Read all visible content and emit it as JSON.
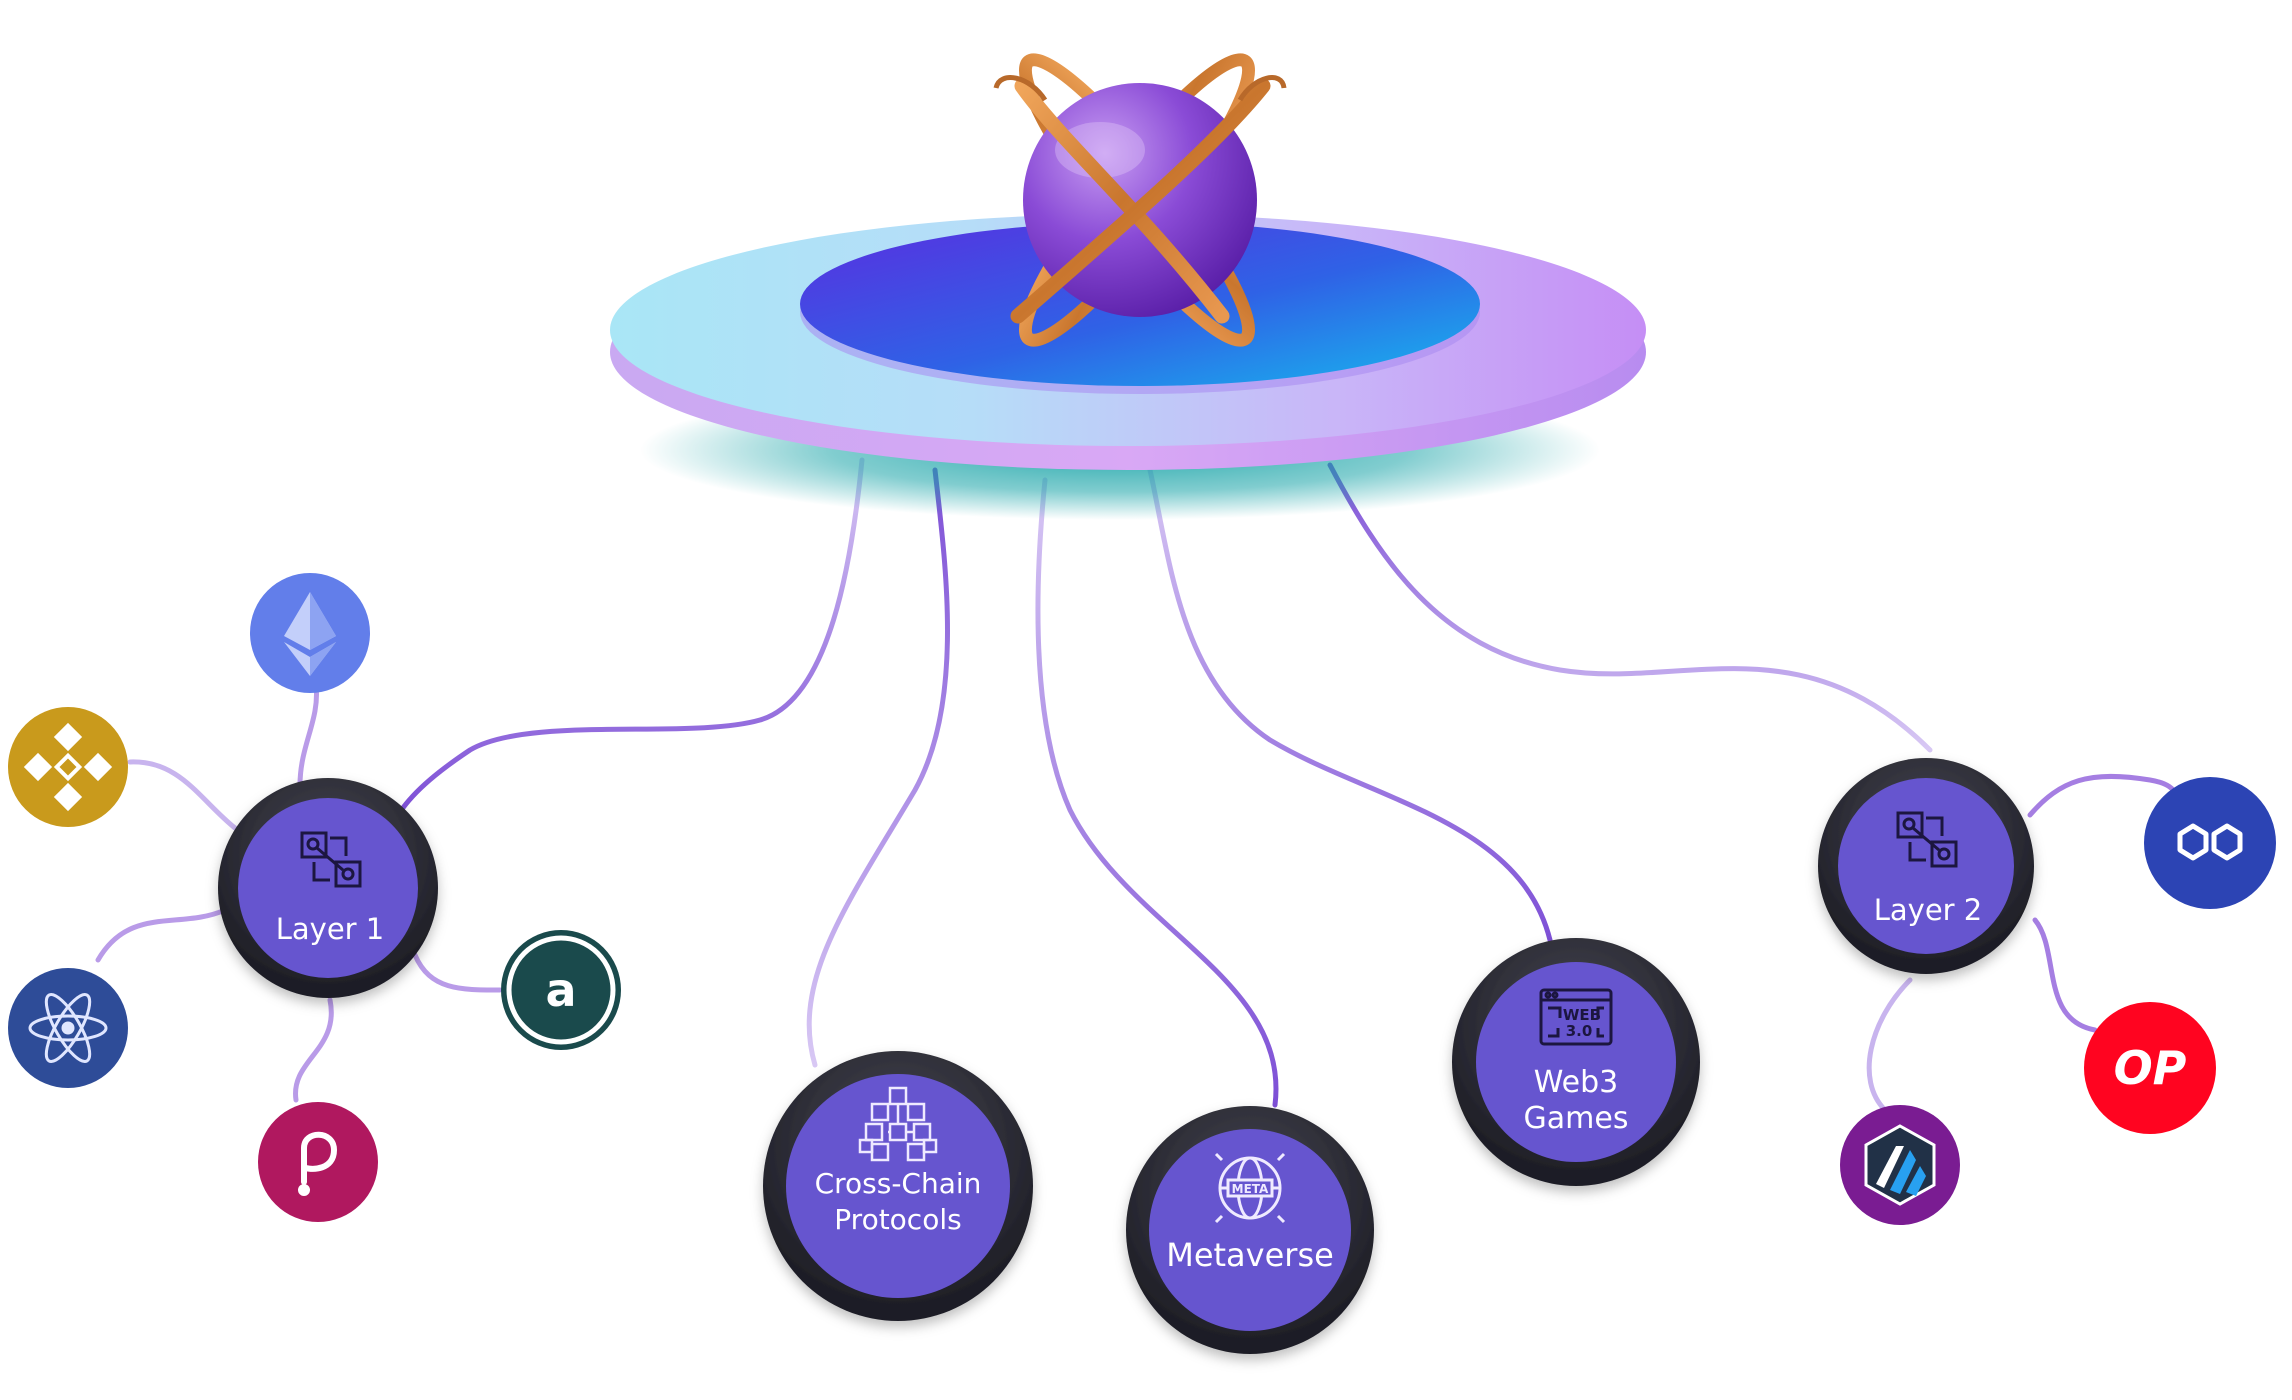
{
  "hub": {
    "name": "cross-chain-hub"
  },
  "nodes": {
    "layer1": {
      "label": "Layer 1",
      "icon": "layer-connect-icon"
    },
    "cross_chain": {
      "line1": "Cross-Chain",
      "line2": "Protocols",
      "icon": "blockchain-cubes-icon"
    },
    "metaverse": {
      "label": "Metaverse",
      "icon": "meta-globe-icon",
      "badge": "META"
    },
    "web3_games": {
      "line1": "Web3",
      "line2": "Games",
      "icon": "web3-browser-icon",
      "badge_line1": "WEB",
      "badge_line2": "3.0"
    },
    "layer2": {
      "label": "Layer 2",
      "icon": "layer-connect-icon"
    }
  },
  "coins": {
    "ethereum": {
      "icon": "ethereum-icon",
      "color": "#627EEA"
    },
    "binance": {
      "icon": "binance-icon",
      "color": "#C99A1C"
    },
    "cosmos": {
      "icon": "cosmos-atom-icon",
      "color": "#2E4C98"
    },
    "polkadot": {
      "icon": "polkadot-icon",
      "color": "#B0185F"
    },
    "arweave": {
      "icon": "arweave-icon",
      "color": "#1A4A4C",
      "glyph": "a"
    },
    "polygon": {
      "icon": "polygon-icon",
      "color": "#2C44B4"
    },
    "optimism": {
      "icon": "optimism-icon",
      "color": "#FF0420",
      "glyph": "OP"
    },
    "arbitrum": {
      "icon": "arbitrum-icon",
      "color": "#7A1C92"
    }
  },
  "colors": {
    "node_fill": "#6654CF",
    "node_ring": "#35353F",
    "connector": "#8F5FD8",
    "connector_light": "#D6C4F2"
  }
}
